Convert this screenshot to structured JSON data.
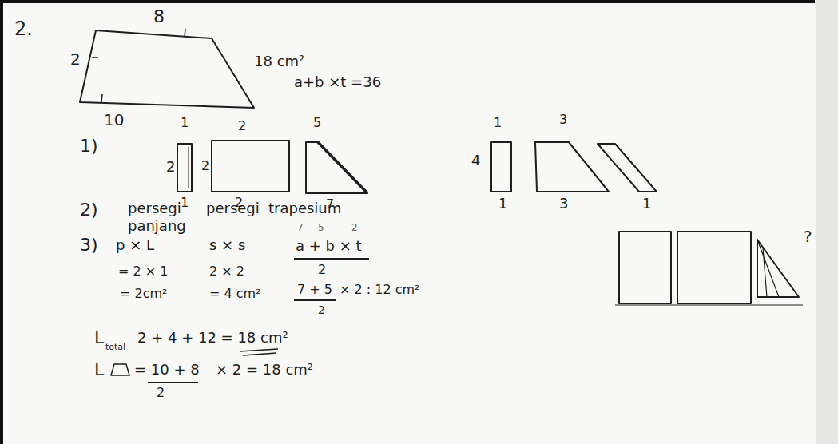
{
  "diagram": {
    "labels": [
      "2.",
      "8",
      "2",
      "18 cm²",
      "a+b ×t =36",
      "10",
      "1)",
      "1",
      "2",
      "2",
      "2",
      "5",
      "1",
      "2",
      "7",
      "1",
      "3",
      "4",
      "1",
      "3",
      "1",
      "2)",
      "persegi panjang",
      "persegi",
      "trapesium",
      "3)",
      "p × L",
      "= 2 × 1",
      "= 2cm²",
      "s × s",
      "2 × 2",
      "= 4 cm²",
      "7",
      "5",
      "2",
      "a + b × t",
      "2",
      "7 + 5",
      "× 2 : 12 cm²",
      "2",
      "?",
      "L",
      "total",
      "2 + 4 + 12 = 18 cm²",
      "L",
      "= 10 + 8",
      "× 2 = 18 cm²",
      "2"
    ]
  }
}
